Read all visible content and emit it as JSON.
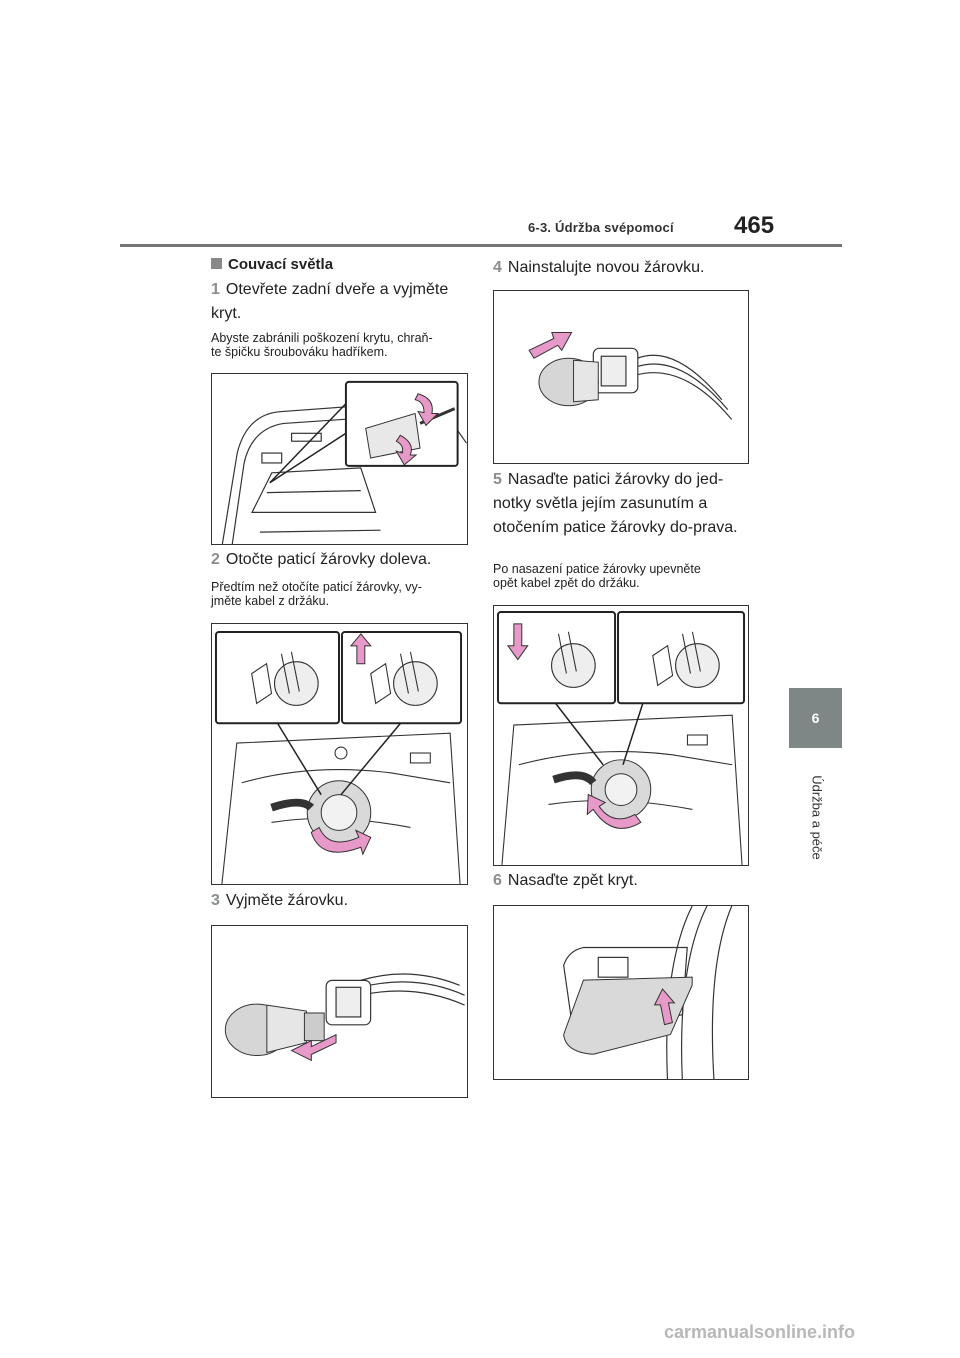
{
  "header": {
    "section": "6-3. Údržba svépomocí",
    "page_number": "465"
  },
  "side_tab": {
    "number": "6",
    "label": "Údržba a péče"
  },
  "section_title": "Couvací světla",
  "steps": [
    {
      "num": "1",
      "text": "Otevřete zadní dveře a vyjměte kryt.",
      "note": "Abyste zabránili poškození krytu, chraň-\nte špičku šroubováku hadříkem."
    },
    {
      "num": "2",
      "text": "Otočte paticí žárovky doleva.",
      "note": "Předtím než otočíte paticí žárovky, vy-\njměte kabel z držáku."
    },
    {
      "num": "3",
      "text": "Vyjměte žárovku.",
      "note": ""
    },
    {
      "num": "4",
      "text": "Nainstalujte novou žárovku.",
      "note": ""
    },
    {
      "num": "5",
      "text": "Nasaďte patici žárovky do jed-notky světla jejím zasunutím a otočením patice žárovky do-prava.",
      "note": "Po nasazení patice žárovky upevněte\nopět kabel zpět do držáku."
    },
    {
      "num": "6",
      "text": "Nasaďte zpět kryt.",
      "note": ""
    }
  ],
  "colors": {
    "arrow": "#e79ac9",
    "arrow_stroke": "#333333",
    "tab": "#7e8786",
    "step_number": "#8a8f8e"
  },
  "watermark": "carmanualsonline.info"
}
